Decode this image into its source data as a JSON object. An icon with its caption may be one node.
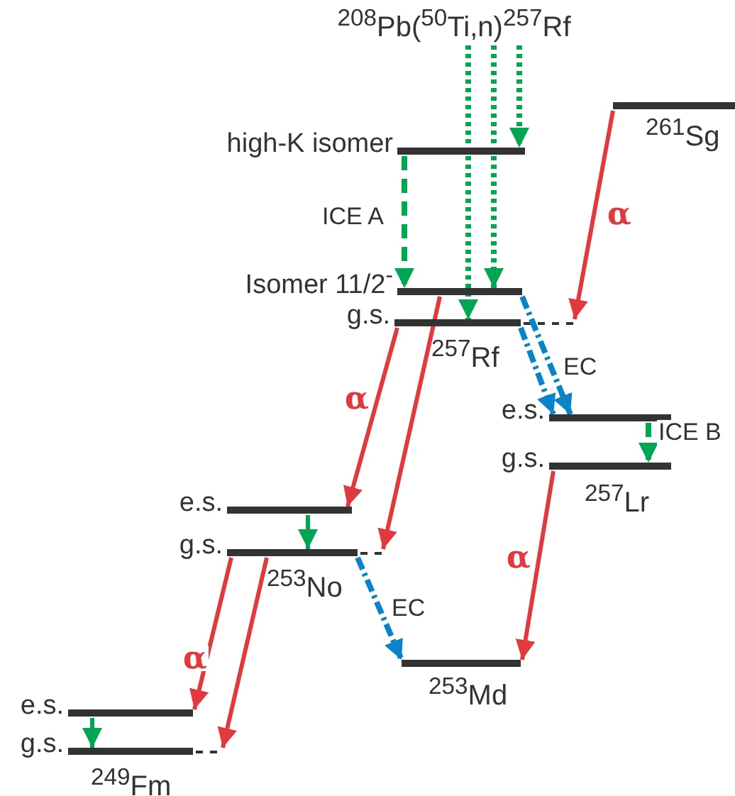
{
  "diagram": {
    "nodes": [
      {
        "text": [
          "$^{208}$Pb($^{50}$Ti,n)$^{257}$Rf"
        ]
      },
      {
        "text": [
          "high-K isomer"
        ]
      },
      {
        "text": [
          "Isomer 11/2$^{-}$"
        ]
      },
      {
        "text": [
          "g.s."
        ],
        "beside": [
          "$^{257}$Rf"
        ]
      },
      {
        "text": [],
        "shape": "bar",
        "beside": [
          "$^{261}$Sg"
        ]
      },
      {
        "text": [
          "e.s."
        ]
      },
      {
        "text": [
          "g.s."
        ],
        "beside": [
          "$^{257}$Lr"
        ]
      },
      {
        "text": [
          "e.s."
        ]
      },
      {
        "text": [
          "g.s."
        ],
        "beside": [
          "$^{253}$No"
        ]
      },
      {
        "text": [],
        "shape": "bar",
        "beside": [
          "$^{253}$Md"
        ]
      },
      {
        "text": [
          "e.s."
        ]
      },
      {
        "text": [
          "g.s."
        ],
        "beside": [
          "$^{249}$Fm"
        ]
      }
    ],
    "edges": [
      {
        "from": 0,
        "to": 1,
        "arrow": "to",
        "style": "dashed",
        "color": "#00a651"
      },
      {
        "from": 0,
        "to": 2,
        "arrow": "to",
        "style": "dashed",
        "color": "#00a651"
      },
      {
        "from": 0,
        "to": 3,
        "arrow": "to",
        "style": "dashed",
        "color": "#00a651"
      },
      {
        "from": 1,
        "to": 2,
        "arrow": "to",
        "style": "dashed",
        "color": "#00a651",
        "label": "ICE A"
      },
      {
        "from": 4,
        "to": 3,
        "arrow": "to",
        "color": "#e0393e",
        "label": "α"
      },
      {
        "from": 3,
        "to": 7,
        "arrow": "to",
        "color": "#e0393e",
        "label": "α"
      },
      {
        "from": 2,
        "to": 8,
        "arrow": "to",
        "color": "#e0393e"
      },
      {
        "from": 2,
        "to": 5,
        "arrow": "to",
        "style": "dashed",
        "color": "#0a84c8"
      },
      {
        "from": 3,
        "to": 5,
        "arrow": "to",
        "style": "dashed",
        "color": "#0a84c8",
        "label": "EC"
      },
      {
        "from": 5,
        "to": 6,
        "arrow": "to",
        "style": "dashed",
        "color": "#00a651",
        "label": "ICE B"
      },
      {
        "from": 6,
        "to": 9,
        "arrow": "to",
        "color": "#e0393e",
        "label": "α"
      },
      {
        "from": 7,
        "to": 8,
        "arrow": "to",
        "color": "#00a651"
      },
      {
        "from": 8,
        "to": 10,
        "arrow": "to",
        "color": "#e0393e",
        "label": "α"
      },
      {
        "from": 8,
        "to": 11,
        "arrow": "to",
        "color": "#e0393e"
      },
      {
        "from": 8,
        "to": 9,
        "arrow": "to",
        "style": "dashed",
        "color": "#0a84c8",
        "label": "EC"
      },
      {
        "from": 10,
        "to": 11,
        "arrow": "to",
        "color": "#00a651"
      }
    ]
  }
}
